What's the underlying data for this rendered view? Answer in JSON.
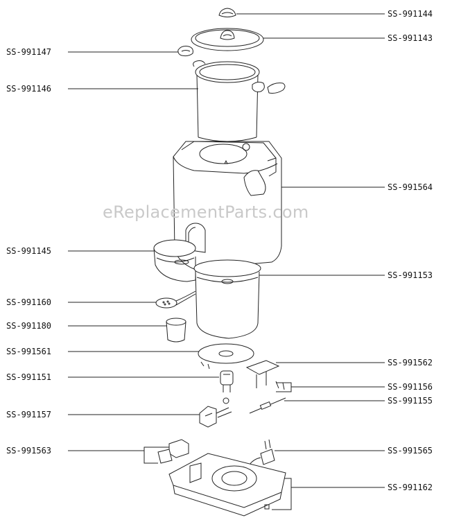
{
  "watermark": "eReplacementParts.com",
  "labels_left": {
    "p991147": "SS-991147",
    "p991146": "SS-991146",
    "p991145": "SS-991145",
    "p991160": "SS-991160",
    "p991180": "SS-991180",
    "p991561": "SS-991561",
    "p991151": "SS-991151",
    "p991157": "SS-991157",
    "p991563": "SS-991563"
  },
  "labels_right": {
    "p991144": "SS-991144",
    "p991143": "SS-991143",
    "p991564": "SS-991564",
    "p991153": "SS-991153",
    "p991562": "SS-991562",
    "p991156": "SS-991156",
    "p991155": "SS-991155",
    "p991565": "SS-991565",
    "p991162": "SS-991162"
  },
  "colors": {
    "line": "#222222",
    "watermark": "#c9c9c9"
  }
}
